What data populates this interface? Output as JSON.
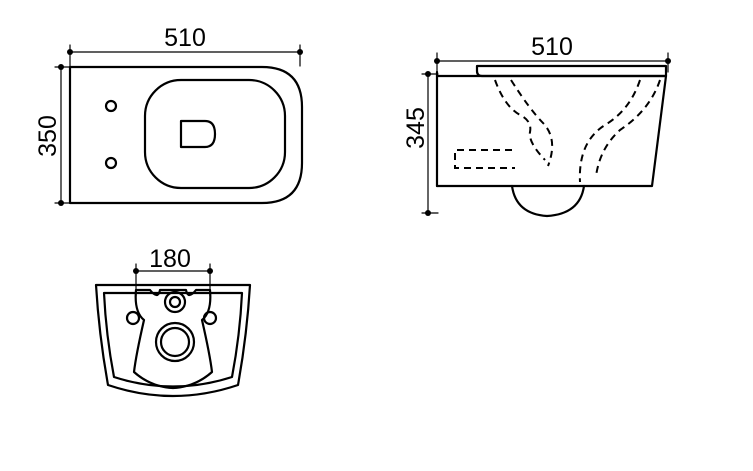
{
  "dimensions": {
    "top_view_length": "510",
    "top_view_width": "350",
    "side_view_length": "510",
    "side_view_height": "345",
    "rear_view_bolt_spacing": "180"
  },
  "colors": {
    "line": "#000000",
    "background": "#ffffff"
  }
}
